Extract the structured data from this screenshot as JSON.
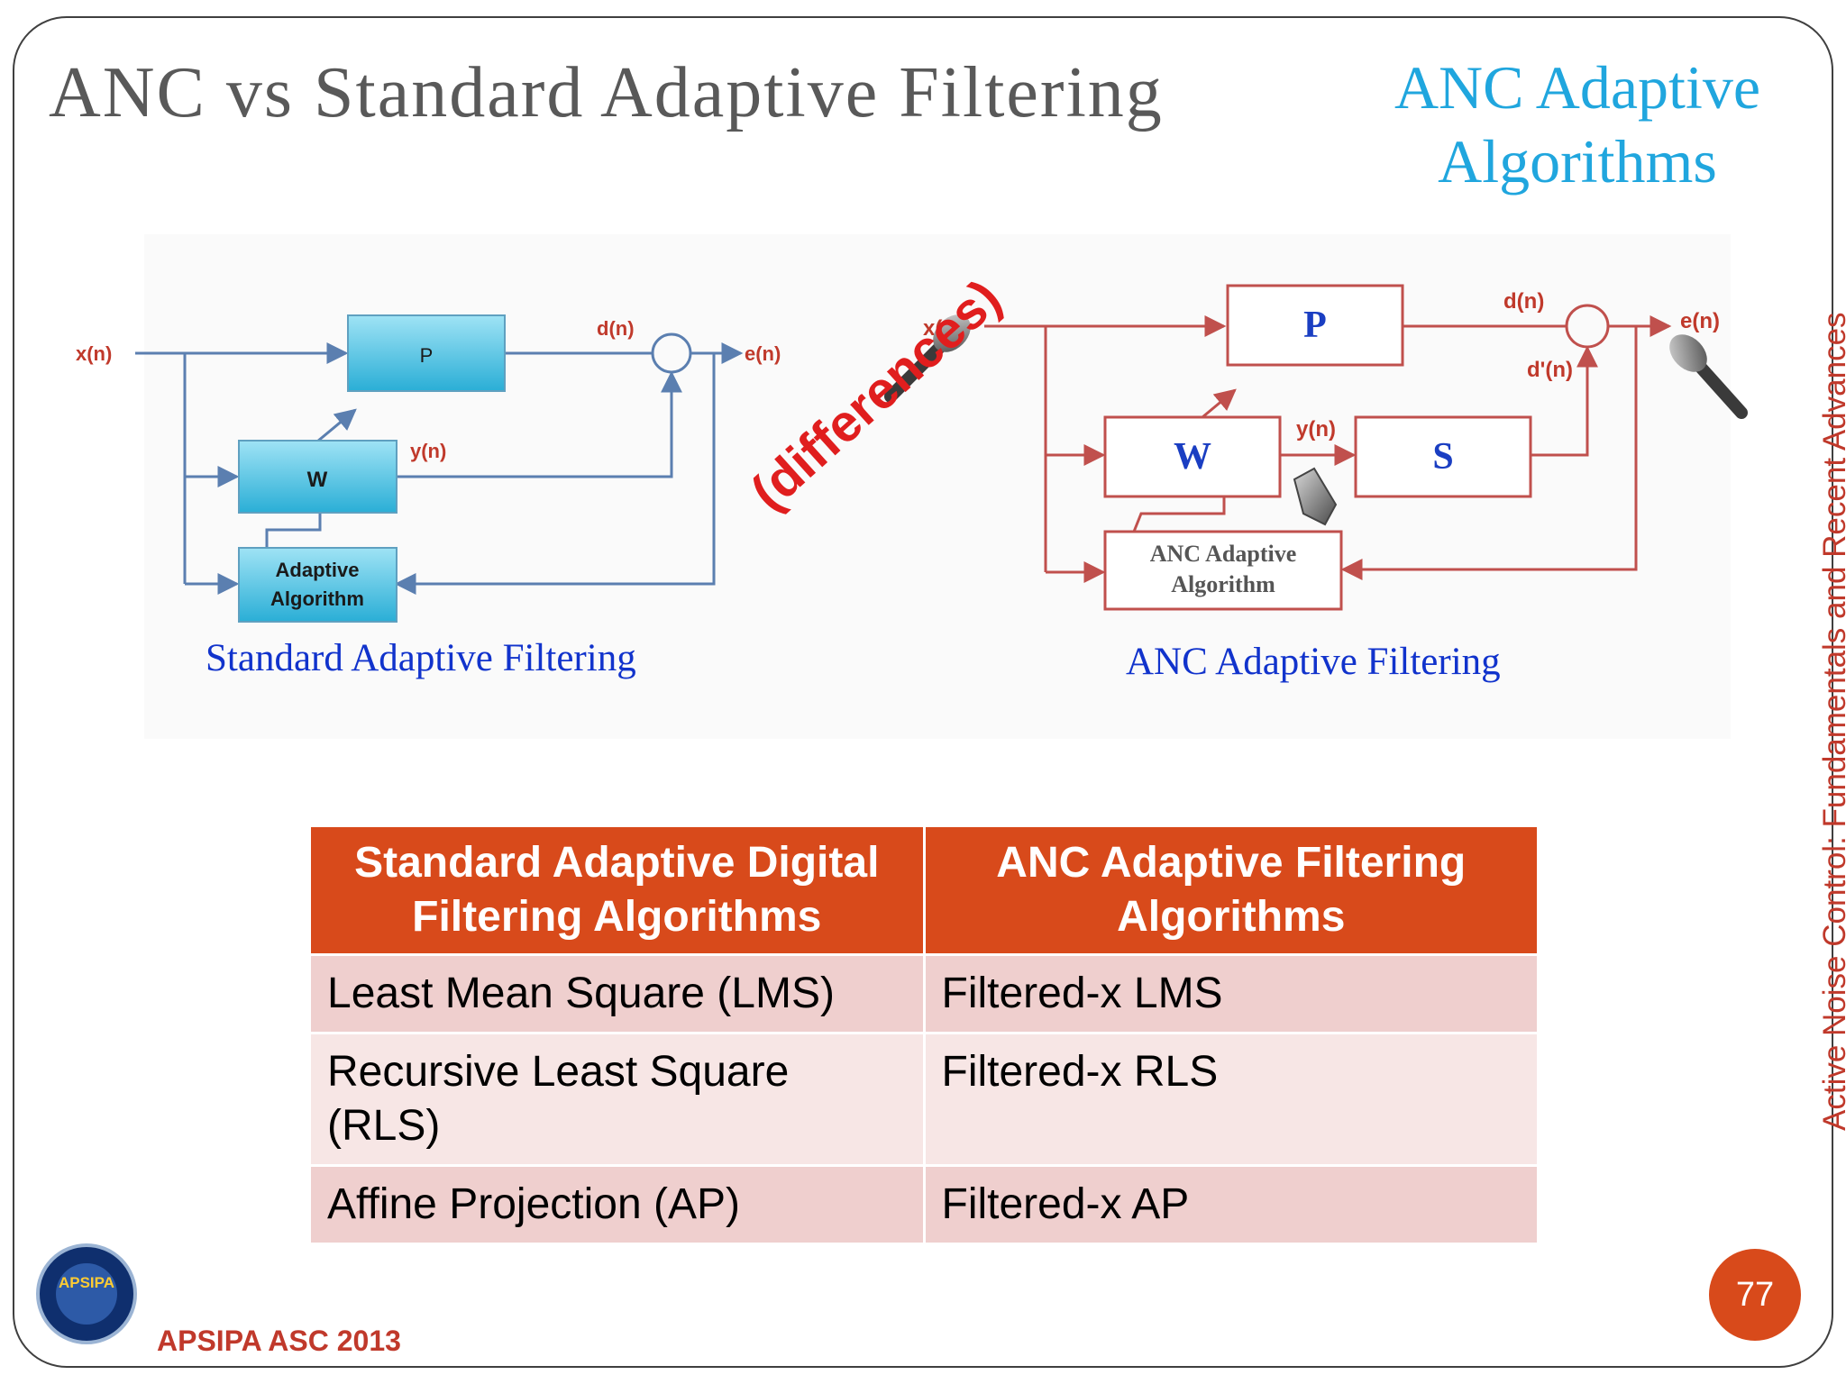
{
  "slide": {
    "title": "ANC vs Standard Adaptive Filtering",
    "section_title": [
      "ANC Adaptive",
      "Algorithms"
    ],
    "side_caption": "Active Noise Control: Fundamentals and Recent Advances",
    "conference": "APSIPA ASC 2013",
    "page_number": "77",
    "logo_text": "APSIPA"
  },
  "standard_diagram": {
    "caption": "Standard Adaptive Filtering",
    "labels": {
      "x": "x(n)",
      "d": "d(n)",
      "e": "e(n)",
      "y": "y(n)",
      "P": "P",
      "W": "W",
      "algo_line1": "Adaptive",
      "algo_line2": "Algorithm"
    }
  },
  "anc_diagram": {
    "caption": "ANC Adaptive Filtering",
    "labels": {
      "x": "x(n)",
      "d": "d(n)",
      "dprime": "d'(n)",
      "e": "e(n)",
      "y": "y(n)",
      "P": "P",
      "W": "W",
      "S": "S",
      "algo_line1": "ANC Adaptive",
      "algo_line2": "Algorithm"
    }
  },
  "annotation": "(differences)",
  "table": {
    "headers": [
      [
        "Standard Adaptive Digital",
        "Filtering Algorithms"
      ],
      [
        "ANC Adaptive Filtering",
        "Algorithms"
      ]
    ],
    "rows": [
      {
        "standard": [
          "Least Mean Square (LMS)"
        ],
        "anc": "Filtered-x LMS"
      },
      {
        "standard": [
          "Recursive Least Square",
          "(RLS)"
        ],
        "anc": "Filtered-x RLS"
      },
      {
        "standard": [
          "Affine Projection (AP)"
        ],
        "anc": "Filtered-x AP"
      }
    ]
  },
  "colors": {
    "title_gray": "#595959",
    "section_blue": "#20a6de",
    "caption_blue": "#1133cc",
    "header_orange": "#d84a1b",
    "row_pink_dark": "#efcfce",
    "row_pink_light": "#f7e6e5",
    "accent_red": "#c0392b",
    "standard_line": "#5b7fb0",
    "anc_line": "#c0504d"
  }
}
